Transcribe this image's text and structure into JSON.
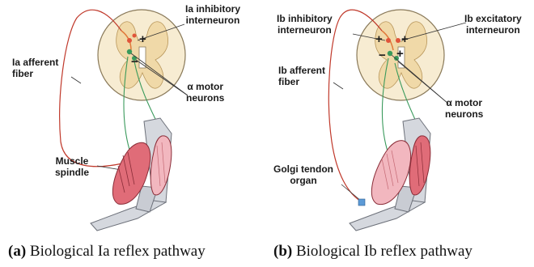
{
  "panel_a": {
    "labels": {
      "ia_inhibitory_line1": "Ia inhibitory",
      "ia_inhibitory_line2": "interneuron",
      "ia_afferent_line1": "Ia afferent",
      "ia_afferent_line2": "fiber",
      "alpha_motor_line1": "α motor",
      "alpha_motor_line2": "neurons",
      "muscle_spindle_line1": "Muscle",
      "muscle_spindle_line2": "spindle",
      "plus": "+",
      "minus": "−"
    },
    "caption": {
      "tag": "(a)",
      "text": "Biological Ia reflex pathway"
    }
  },
  "panel_b": {
    "labels": {
      "ib_inhibitory_line1": "Ib inhibitory",
      "ib_inhibitory_line2": "interneuron",
      "ib_excitatory_line1": "Ib excitatory",
      "ib_excitatory_line2": "interneuron",
      "ib_afferent_line1": "Ib afferent",
      "ib_afferent_line2": "fiber",
      "alpha_motor_line1": "α motor",
      "alpha_motor_line2": "neurons",
      "golgi_line1": "Golgi tendon",
      "golgi_line2": "organ",
      "plus": "+",
      "minus": "−"
    },
    "caption": {
      "tag": "(b)",
      "text": "Biological Ib reflex pathway"
    }
  },
  "colors": {
    "spinal_outer": "#f7ecd2",
    "grey_matter": "#f0d9a8",
    "afferent_fiber": "#c0392b",
    "motor_fiber": "#3a9a5c",
    "muscle": "#e06c78",
    "muscle_light": "#f2b7bf",
    "bone": "#c9ccd3"
  }
}
